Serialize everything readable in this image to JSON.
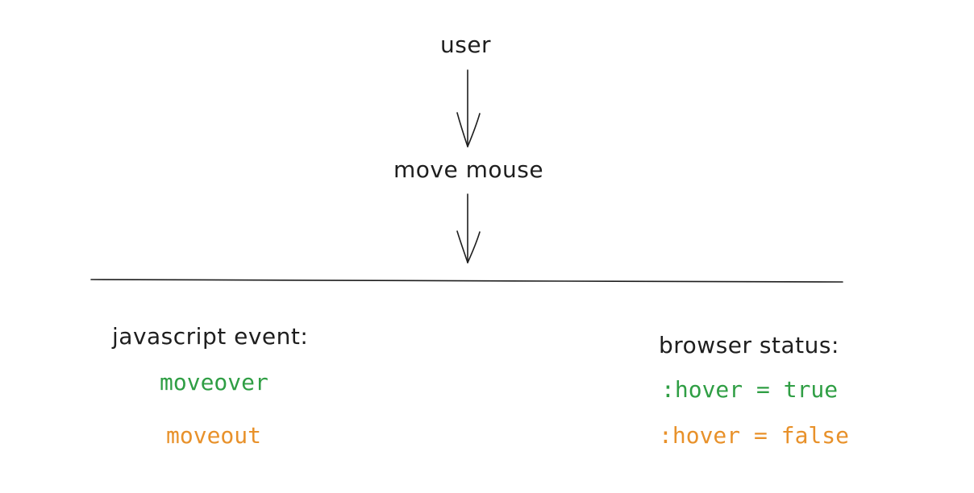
{
  "flow": {
    "user": "user",
    "action": "move mouse"
  },
  "javascript_event": {
    "heading": "javascript event:",
    "items": [
      {
        "text": "moveover",
        "color": "#2f9e44"
      },
      {
        "text": "moveout",
        "color": "#e8912a"
      }
    ]
  },
  "browser_status": {
    "heading": "browser status:",
    "items": [
      {
        "text": ":hover = true",
        "color": "#2f9e44"
      },
      {
        "text": ":hover = false",
        "color": "#e8912a"
      }
    ]
  },
  "colors": {
    "stroke": "#1e1e1e",
    "green": "#2f9e44",
    "orange": "#e8912a"
  }
}
